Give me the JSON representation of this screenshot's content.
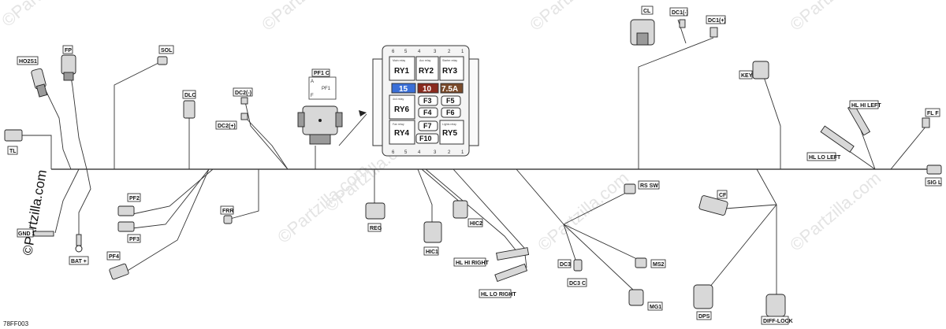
{
  "figure_code": "78FF003",
  "watermark": "©Partzilla.com",
  "side_watermark": "©Partzilla.com",
  "fuse_box": {
    "label": "PF1 C",
    "side_labels": [
      "A",
      "PF1",
      "F"
    ],
    "pins_top": [
      "6",
      "5",
      "4",
      "3",
      "2",
      "1"
    ],
    "pins_bottom": [
      "6",
      "5",
      "4",
      "3",
      "2",
      "1"
    ],
    "relays": [
      {
        "id": "RY1",
        "desc": "Main relay"
      },
      {
        "id": "RY2",
        "desc": "Acc relay"
      },
      {
        "id": "RY3",
        "desc": "Starter relay"
      },
      {
        "id": "RY6",
        "desc": "4x4 relay"
      },
      {
        "id": "RY4",
        "desc": "Fan relay"
      },
      {
        "id": "RY5",
        "desc": "Lights relay"
      }
    ],
    "fuses_colored": [
      {
        "value": "15",
        "color": "#3a6fd8"
      },
      {
        "value": "10",
        "color": "#8a2a1e"
      },
      {
        "value": "7.5A",
        "color": "#7a4a2a"
      }
    ],
    "fuses": [
      "F3",
      "F5",
      "F4",
      "F6",
      "F7",
      "F10"
    ]
  },
  "labels": {
    "ho2s1": "HO2S1",
    "fp": "FP",
    "sol": "SOL",
    "tl": "TL",
    "dlc": "DLC",
    "dc2_neg": "DC2(-)",
    "dc2_pos": "DC2(+)",
    "pf2": "PF2",
    "pf3": "PF3",
    "pf4": "PF4",
    "frr": "FRR",
    "gnd": "GND 1",
    "bat": "BAT +",
    "reg": "REG",
    "hic1": "HIC1",
    "hic2": "HIC2",
    "hl_hi_right": "HL HI RIGHT",
    "hl_lo_right": "HL LO RIGHT",
    "dc3": "DC3",
    "dc3c": "DC3 C",
    "rs_sw": "RS SW",
    "ms2": "MS2",
    "mg1": "MG1",
    "cl": "CL",
    "dc1_neg": "DC1(-)",
    "dc1_pos": "DC1(+)",
    "key": "KEY",
    "cf": "CF",
    "dps": "DPS",
    "diff_lock": "DIFF-LOCK",
    "hl_hi_left": "HL HI LEFT",
    "hl_lo_left": "HL LO LEFT",
    "fl_f": "FL F",
    "sig_l": "SIG L"
  }
}
